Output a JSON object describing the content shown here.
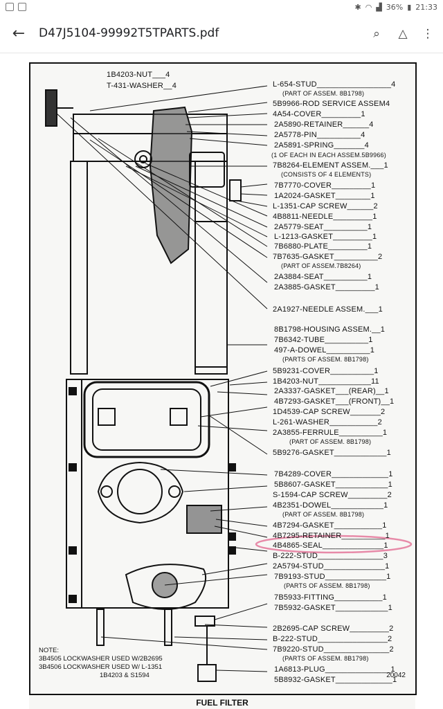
{
  "status": {
    "battery": "36%",
    "time": "21:33"
  },
  "toolbar": {
    "title": "D47J5104-99992T5TPARTS.pdf"
  },
  "icons": {
    "back": "arrow-back-icon",
    "search": "find-in-document-icon",
    "drive": "add-to-drive-icon",
    "more": "more-vert-icon"
  },
  "document": {
    "caption": "FUEL FILTER",
    "drawing_number": "20042",
    "parts": [
      "1B4203-NUT___4",
      "T-431-WASHER__4",
      "L-654-STUD_________________4",
      "(PART OF ASSEM. 8B1798)",
      "5B9966-ROD SERVICE ASSEM4",
      "4A54-COVER_________1",
      "2A5890-RETAINER______4",
      "2A5778-PIN__________4",
      "2A5891-SPRING_______4",
      "(1 OF EACH IN EACH ASSEM.5B9966)",
      "7B8264-ELEMENT ASSEM.___1",
      "(CONSISTS OF 4 ELEMENTS)",
      "7B7770-COVER_________1",
      "1A2024-GASKET________1",
      "L-1351-CAP SCREW______2",
      "4B8811-NEEDLE_________1",
      "2A5779-SEAT__________1",
      "L-1213-GASKET_________1",
      "7B6880-PLATE_________1",
      "7B7635-GASKET__________2",
      "(PART OF ASSEM.7B8264)",
      "2A3884-SEAT__________1",
      "2A3885-GASKET_________1",
      "2A1927-NEEDLE ASSEM.___1",
      "8B1798-HOUSING ASSEM.__1",
      "7B6342-TUBE__________1",
      "497-A-DOWEL__________1",
      "(PARTS OF ASSEM. 8B1798)",
      "5B9231-COVER__________1",
      "1B4203-NUT____________11",
      "2A3337-GASKET___(REAR)__1",
      "4B7293-GASKET___(FRONT)__1",
      "1D4539-CAP SCREW_______2",
      "L-261-WASHER___________2",
      "2A3855-FERRULE__________1",
      "(PART OF ASSEM. 8B1798)",
      "5B9276-GASKET____________1",
      "7B4289-COVER_____________1",
      "5B8607-GASKET____________1",
      "S-1594-CAP SCREW_________2",
      "4B2351-DOWEL____________1",
      "(PART OF ASSEM. 8B1798)",
      "4B7294-GASKET___________1",
      "4B7295-RETAINER__________1",
      "4B4865-SEAL______________1",
      "B-222-STUD_______________3",
      "2A5794-STUD______________1",
      "7B9193-STUD______________1",
      "(PARTS OF ASSEM. 8B1798)",
      "7B5933-FITTING___________1",
      "7B5932-GASKET____________1",
      "2B2695-CAP SCREW_________2",
      "B-222-STUD________________2",
      "7B9220-STUD_______________2",
      "(PARTS OF ASSEM. 8B1798)",
      "1A6813-PLUG_______________1",
      "5B8932-GASKET_____________1"
    ],
    "note": {
      "heading": "NOTE:",
      "lines": [
        "3B4505 LOCKWASHER USED W/2B2695",
        "3B4506 LOCKWASHER USED W/ L-1351",
        "1B4203 & S1594"
      ]
    }
  }
}
